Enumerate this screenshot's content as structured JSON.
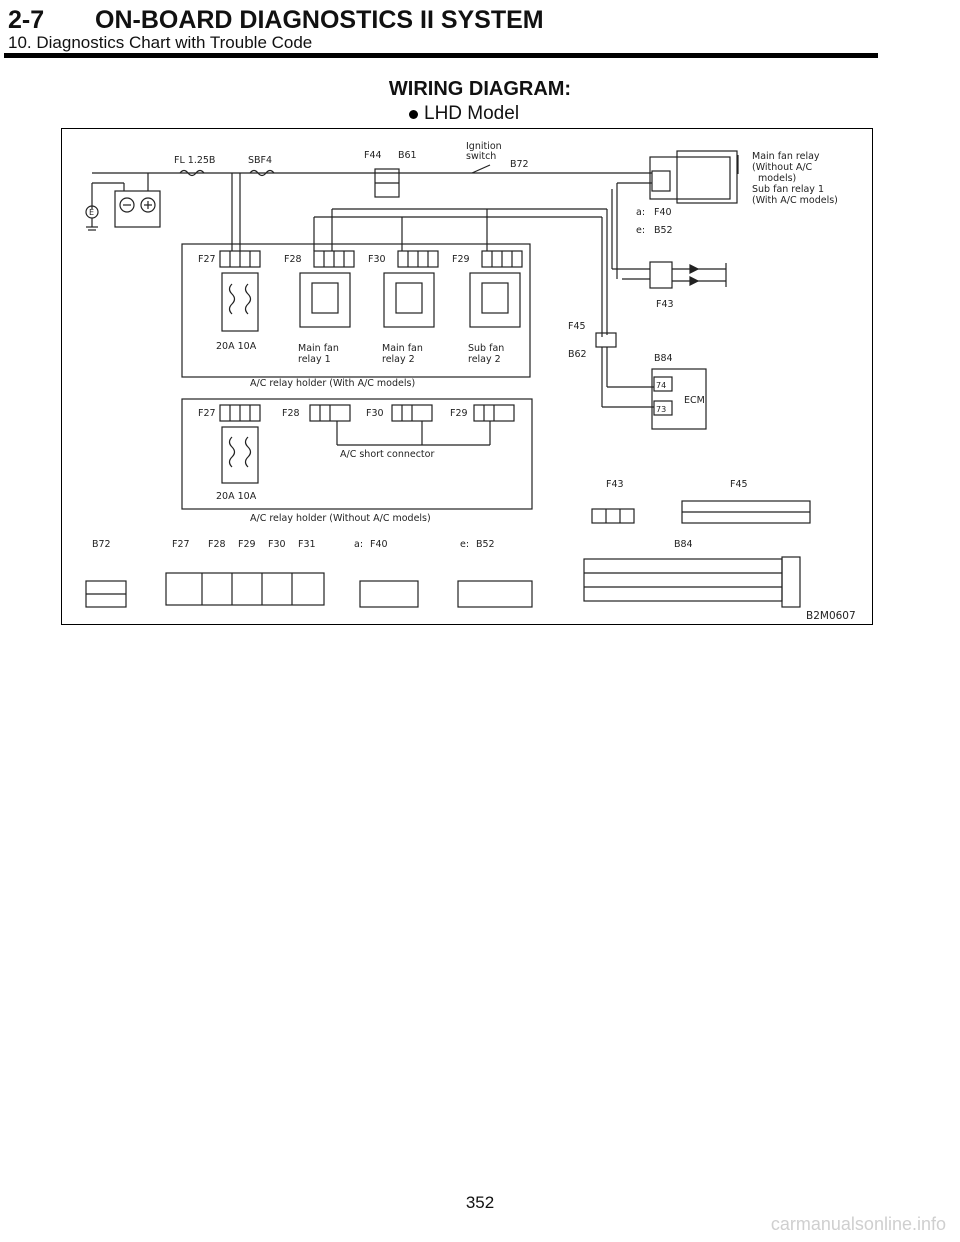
{
  "header": {
    "section": "2-7",
    "title": "ON-BOARD DIAGNOSTICS II SYSTEM",
    "subtitle": "10. Diagnostics Chart with Trouble Code"
  },
  "diagram": {
    "title": "WIRING DIAGRAM:",
    "model": "LHD Model",
    "figure_code": "B2M0607",
    "top_labels": {
      "fuse": "FL 1.25B",
      "sbf": "SBF4",
      "f44": "F44",
      "b61": "B61",
      "ignition": "Ignition",
      "switch": "switch",
      "b72": "B72",
      "ground": "E"
    },
    "relay_legend": {
      "l1": "Main fan relay",
      "l2": "(Without A/C",
      "l3": "models)",
      "l4": "Sub fan relay 1",
      "l5": "(With A/C models)",
      "a_prefix": "a:",
      "e_prefix": "e:",
      "f40": "F40",
      "b52": "B52",
      "f43": "F43"
    },
    "holder_with_ac": {
      "f27": "F27",
      "f28": "F28",
      "f30": "F30",
      "f29": "F29",
      "fuses": "20A   10A",
      "main1a": "Main fan",
      "main1b": "relay 1",
      "main2a": "Main fan",
      "main2b": "relay 2",
      "suba": "Sub fan",
      "subb": "relay 2",
      "caption": "A/C relay holder (With A/C models)"
    },
    "ecm": {
      "f45": "F45",
      "b62": "B62",
      "b84": "B84",
      "label": "ECM",
      "pin74": "74",
      "pin73": "73"
    },
    "holder_without_ac": {
      "f27": "F27",
      "f28": "F28",
      "f30": "F30",
      "f29": "F29",
      "fuses": "20A   10A",
      "short": "A/C short connector",
      "caption": "A/C relay holder (Without A/C models)"
    },
    "connectors": {
      "f43": "F43",
      "f45": "F45",
      "b72": "B72",
      "f27": "F27",
      "f28": "F28",
      "f29": "F29",
      "f30": "F30",
      "f31": "F31",
      "a_prefix": "a:",
      "f40": "F40",
      "e_prefix": "e:",
      "b52": "B52",
      "b84": "B84"
    }
  },
  "page_number": "352",
  "watermark": "carmanualsonline.info"
}
